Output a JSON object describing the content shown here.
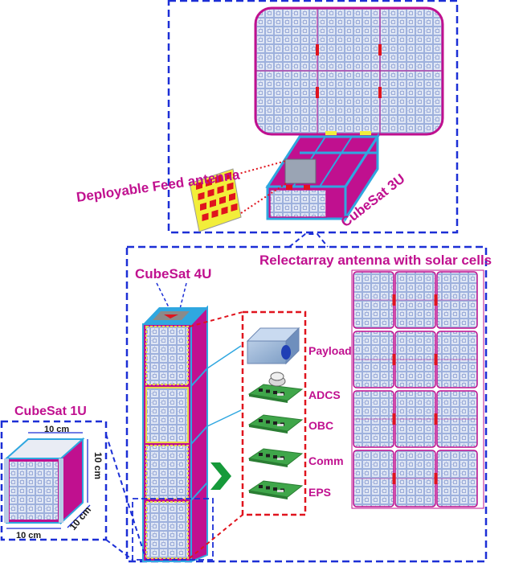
{
  "labels": {
    "cubesat_3u": "CubeSat 3U",
    "cubesat_4u": "CubeSat 4U",
    "cubesat_1u": "CubeSat 1U",
    "feed_antenna": "Deployable Feed antenna",
    "reflectarray": "Relectarray antenna with solar cells",
    "dim_top": "10 cm",
    "dim_right": "10 cm",
    "dim_depth": "10 cm",
    "dim_bottom": "10 cm"
  },
  "stack": [
    "Payload",
    "ADCS",
    "OBC",
    "Comm",
    "EPS"
  ],
  "colors": {
    "magenta": "#c0108f",
    "frame_blue": "#1c2fd6",
    "red_dash": "#e0141e",
    "cell_blue": "#7f9bd9",
    "board_green": "#3fa64a",
    "arrow_green": "#169a3a",
    "feed_yellow": "#f2ee3a"
  },
  "icons": [
    "reflectarray-panel",
    "cubesat-body",
    "pcb-board",
    "payload-box",
    "chevron-arrow"
  ]
}
